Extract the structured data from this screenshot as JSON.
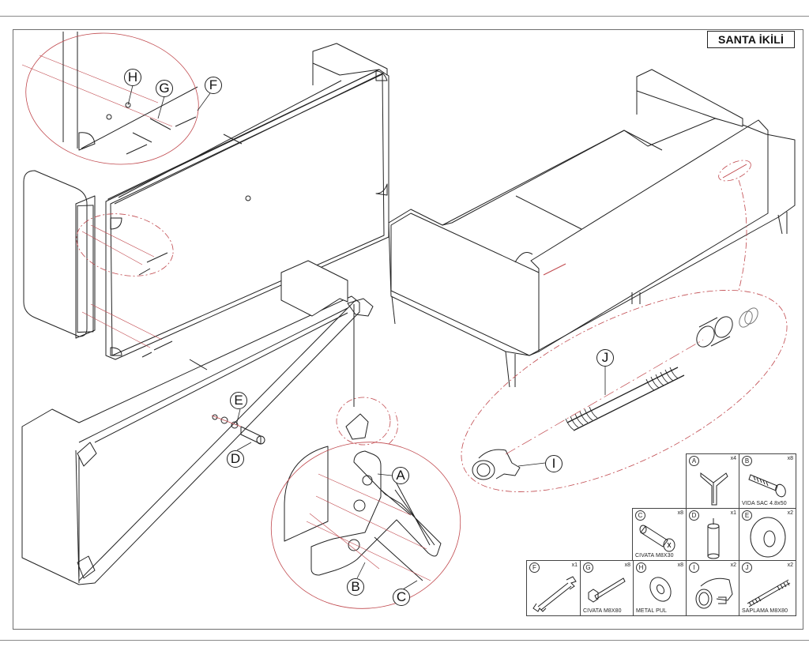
{
  "document": {
    "title": "SANTA İKİLİ",
    "type": "furniture assembly instructions"
  },
  "callouts": [
    {
      "id": "H",
      "label": "H"
    },
    {
      "id": "G",
      "label": "G"
    },
    {
      "id": "F",
      "label": "F"
    },
    {
      "id": "E",
      "label": "E"
    },
    {
      "id": "D",
      "label": "D"
    },
    {
      "id": "A",
      "label": "A"
    },
    {
      "id": "B",
      "label": "B"
    },
    {
      "id": "C",
      "label": "C"
    },
    {
      "id": "J",
      "label": "J"
    },
    {
      "id": "I",
      "label": "I"
    }
  ],
  "parts": [
    {
      "id": "A",
      "qty": "x4",
      "name": "",
      "icon": "y-leg-icon"
    },
    {
      "id": "B",
      "qty": "x8",
      "name": "VIDA SAC 4.8x50",
      "icon": "wood-screw-icon"
    },
    {
      "id": "C",
      "qty": "x8",
      "name": "CIVATA M8X30",
      "icon": "bolt-icon"
    },
    {
      "id": "D",
      "qty": "x1",
      "name": "",
      "icon": "middle-leg-icon"
    },
    {
      "id": "E",
      "qty": "x2",
      "name": "",
      "icon": "spacer-washer-icon"
    },
    {
      "id": "F",
      "qty": "x1",
      "name": "",
      "icon": "wrench-icon"
    },
    {
      "id": "G",
      "qty": "x8",
      "name": "CIVATA M8X80",
      "icon": "hex-bolt-icon"
    },
    {
      "id": "H",
      "qty": "x8",
      "name": "METAL PUL",
      "icon": "washer-icon"
    },
    {
      "id": "I",
      "qty": "x2",
      "name": "",
      "icon": "connector-nut-icon"
    },
    {
      "id": "J",
      "qty": "x2",
      "name": "SAPLAMA M8X80",
      "icon": "threaded-stud-icon"
    }
  ],
  "colors": {
    "line": "#222222",
    "detail_ellipse": "#c0484d",
    "frame": "#6e6e6e"
  }
}
